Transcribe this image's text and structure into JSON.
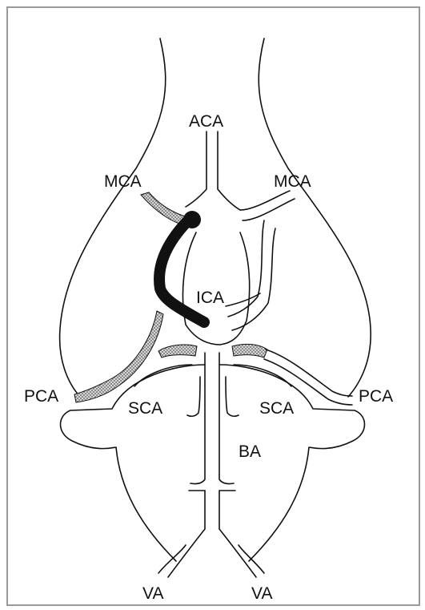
{
  "labels": {
    "aca": "ACA",
    "mca_left": "MCA",
    "mca_right": "MCA",
    "ica": "ICA",
    "pca_left": "PCA",
    "pca_right": "PCA",
    "sca_left": "SCA",
    "sca_right": "SCA",
    "ba": "BA",
    "va_left": "VA",
    "va_right": "VA"
  },
  "colors": {
    "line": "#111111",
    "occlusion": "#111111",
    "stippled": "#8a8a8a",
    "frame": "#9a9a9a",
    "background": "#ffffff"
  }
}
